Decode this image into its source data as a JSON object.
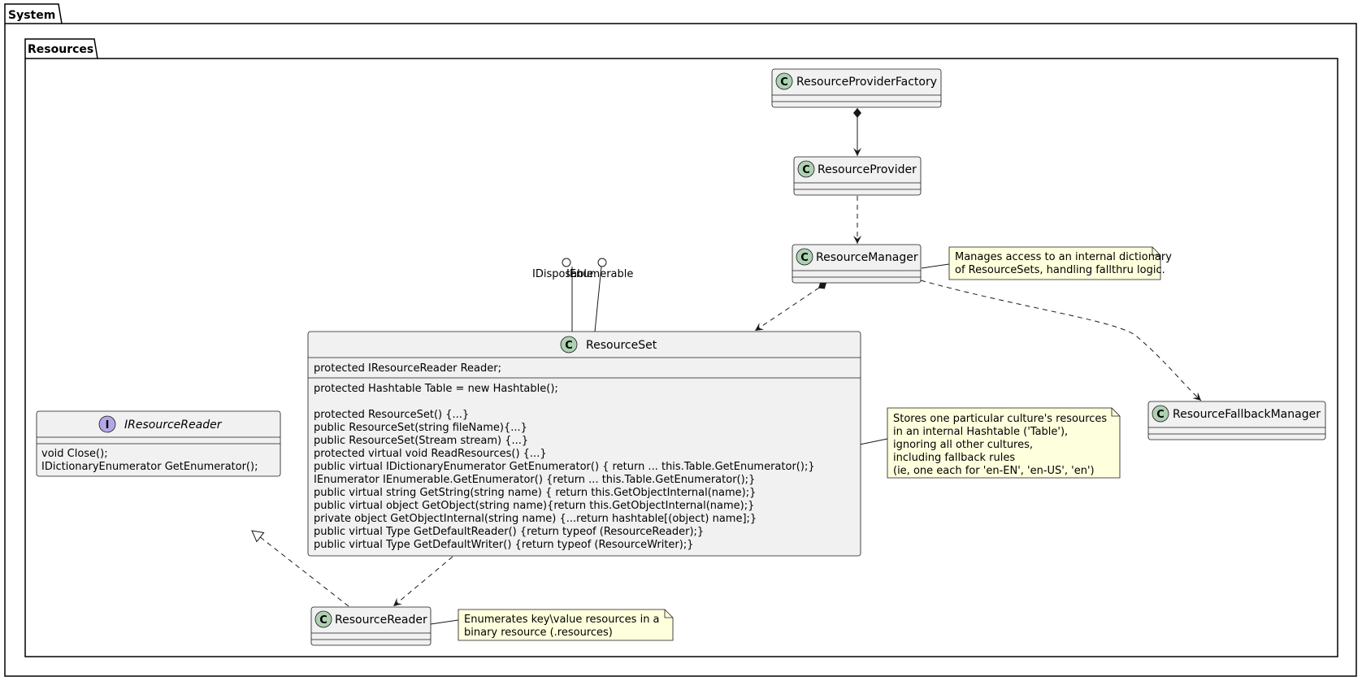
{
  "packages": {
    "outer": "System",
    "inner": "Resources"
  },
  "classes": {
    "resource_provider_factory": {
      "stereotype": "C",
      "name": "ResourceProviderFactory"
    },
    "resource_provider": {
      "stereotype": "C",
      "name": "ResourceProvider"
    },
    "resource_manager": {
      "stereotype": "C",
      "name": "ResourceManager"
    },
    "resource_set": {
      "stereotype": "C",
      "name": "ResourceSet",
      "fields": [
        "protected IResourceReader Reader;"
      ],
      "methods": [
        "protected Hashtable Table = new Hashtable();",
        "",
        "protected ResourceSet() {...}",
        "public ResourceSet(string fileName){...}",
        "public ResourceSet(Stream stream) {...}",
        "protected virtual void ReadResources() {...}",
        "public virtual IDictionaryEnumerator GetEnumerator() { return ... this.Table.GetEnumerator();}",
        "IEnumerator IEnumerable.GetEnumerator() {return ... this.Table.GetEnumerator();}",
        "public virtual string GetString(string name) { return this.GetObjectInternal(name);}",
        "public virtual object GetObject(string name){return this.GetObjectInternal(name);}",
        "private object GetObjectInternal(string name) {...return hashtable[(object) name];}",
        "public virtual Type GetDefaultReader() {return typeof (ResourceReader);}",
        "public virtual Type GetDefaultWriter() {return typeof (ResourceWriter);}"
      ]
    },
    "resource_fallback_manager": {
      "stereotype": "C",
      "name": "ResourceFallbackManager"
    },
    "iresource_reader": {
      "stereotype": "I",
      "name": "IResourceReader",
      "methods": [
        "void Close();",
        "IDictionaryEnumerator GetEnumerator();"
      ]
    },
    "resource_reader": {
      "stereotype": "C",
      "name": "ResourceReader"
    }
  },
  "interfaces": {
    "idisposable": "IDisposable",
    "ienumerable": "IEnumerable"
  },
  "notes": {
    "resource_manager": [
      "Manages access to an internal dictionary",
      "of ResourceSets, handling fallthru logic."
    ],
    "resource_set": [
      "Stores one particular culture's resources",
      "in an internal Hashtable ('Table'),",
      "ignoring all other cultures,",
      "including fallback rules",
      "(ie, one each for 'en-EN', 'en-US', 'en')"
    ],
    "resource_reader": [
      "Enumerates key\\value resources in a",
      "binary resource (.resources)"
    ]
  },
  "colors": {
    "class_fill": "#f1f1f1",
    "class_stroke": "#181818",
    "circle_class": "#add1b2",
    "circle_interface": "#b4a7e5",
    "note_fill": "#feffdd",
    "note_stroke": "#181818"
  }
}
